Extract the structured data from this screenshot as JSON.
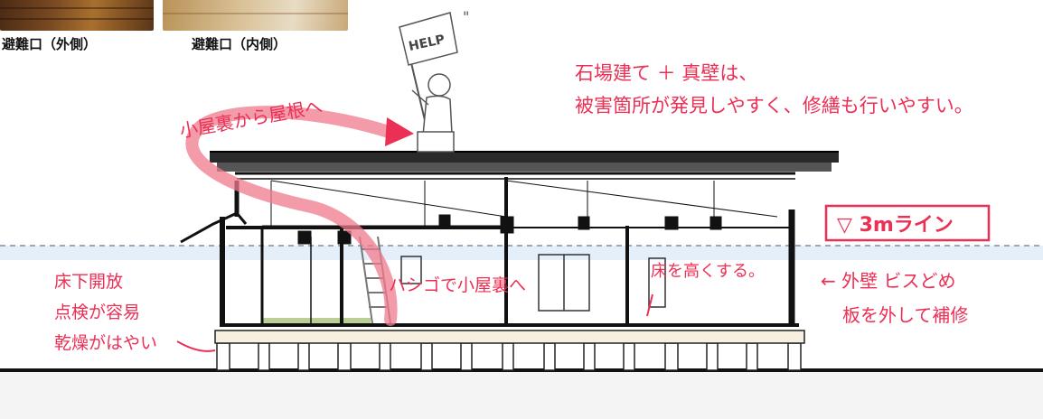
{
  "photos": [
    {
      "caption": "避難口（外側）"
    },
    {
      "caption": "避難口（内側）"
    }
  ],
  "flag_text": "HELP",
  "annotations": {
    "attic_to_roof": "小屋裏から屋根へ",
    "structure_line1": "石場建て ＋ 真壁は、",
    "structure_line2": "被害箇所が発見しやすく、修繕も行いやすい。",
    "line_3m": "▽ 3mライン",
    "floor_open_1": "床下開放",
    "floor_open_2": "点検が容易",
    "floor_open_3": "乾燥がはやい",
    "ladder": "ハシゴで小屋裏へ",
    "raise_floor": "床を高くする。",
    "outer_wall_1": "← 外壁 ビスどめ",
    "outer_wall_2": "板を外して補修"
  },
  "colors": {
    "annotation": "#ec2f55",
    "flood_line": "#9ac0e6",
    "structure": "#1a1a1a",
    "ground": "#111111"
  }
}
